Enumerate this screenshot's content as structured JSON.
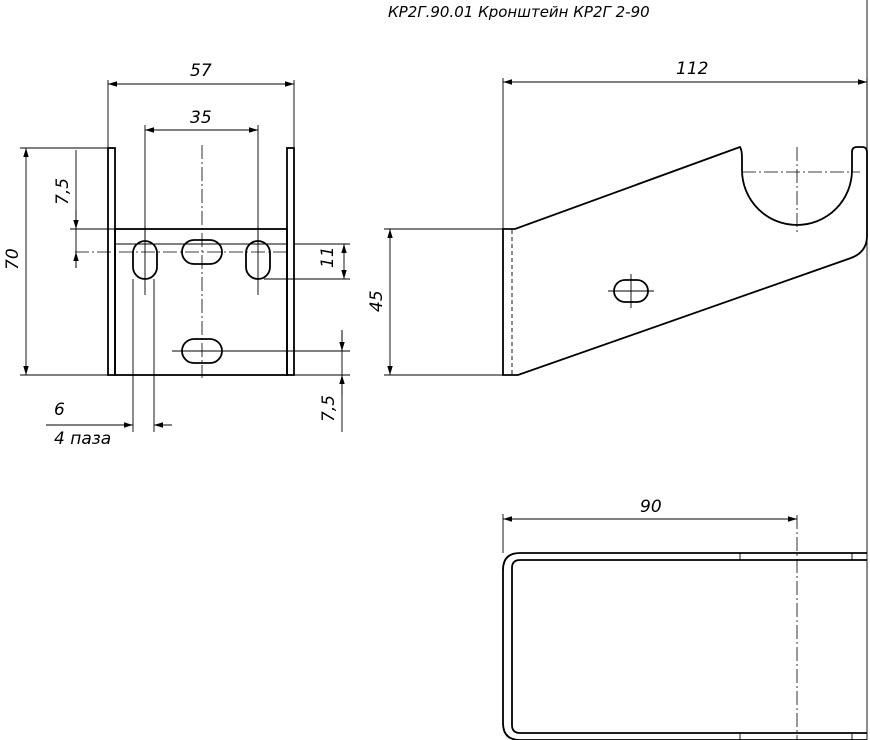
{
  "title": "КР2Г.90.01 Кронштейн КР2Г 2-90",
  "front_view": {
    "dim_width": "57",
    "dim_slot_spacing": "35",
    "dim_height": "70",
    "dim_top_offset": "7,5",
    "dim_slot_height": "11",
    "dim_bottom_offset": "7,5",
    "dim_slot_width": "6",
    "note_slots": "4 паза"
  },
  "side_view": {
    "dim_length": "112",
    "dim_height": "45"
  },
  "top_view": {
    "dim_length": "90"
  }
}
